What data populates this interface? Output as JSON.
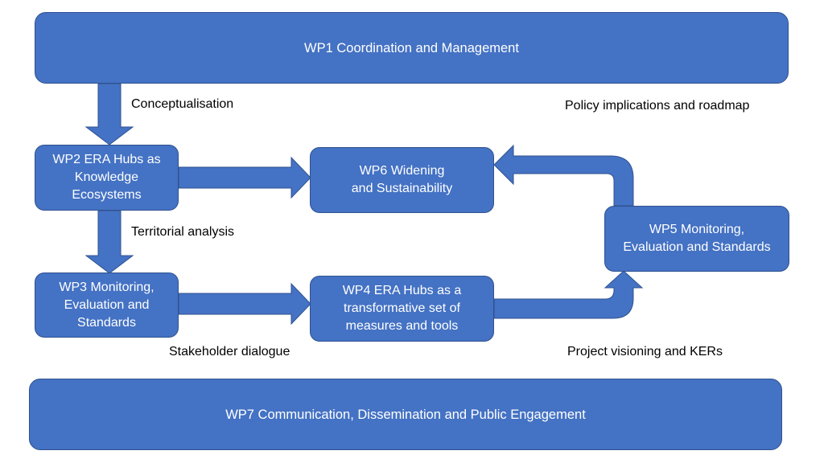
{
  "boxes": {
    "wp1": "WP1 Coordination and Management",
    "wp2": "WP2 ERA Hubs as\nKnowledge\nEcosystems",
    "wp3": "WP3 Monitoring,\nEvaluation and\nStandards",
    "wp4": "WP4 ERA Hubs as a\ntransformative set of\nmeasures and tools",
    "wp5": "WP5 Monitoring,\nEvaluation and Standards",
    "wp6": "WP6 Widening\nand Sustainability",
    "wp7": "WP7 Communication, Dissemination and Public Engagement"
  },
  "labels": {
    "conceptualisation": "Conceptualisation",
    "policy": "Policy implications and roadmap",
    "territorial": "Territorial analysis",
    "stakeholder": "Stakeholder dialogue",
    "visioning": "Project visioning and KERs"
  },
  "colors": {
    "box_fill": "#4472C4",
    "box_border": "#2F528F",
    "arrow_fill": "#4472C4"
  }
}
